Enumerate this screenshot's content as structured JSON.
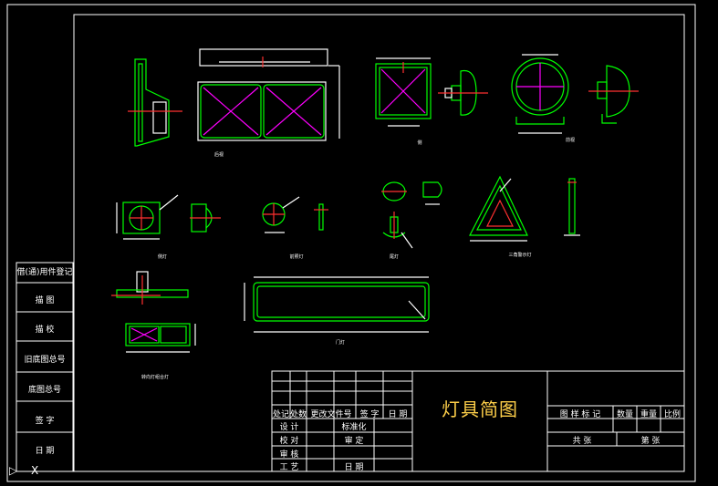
{
  "drawing": {
    "title": "灯具简图",
    "colors": {
      "background": "#000000",
      "frame": "#ffffff",
      "outline": "#00ff00",
      "hatch": "#ff00ff",
      "centerline": "#ff3030",
      "dimension": "#ffffff",
      "title": "#ffd04a"
    }
  },
  "side_panel": [
    "借(通)用件登记",
    "描 图",
    "描 校",
    "旧底图总号",
    "底图总号",
    "签 字",
    "日 期"
  ],
  "view_labels": [
    "后视",
    "侧",
    "前视",
    "侧灯",
    "前照灯",
    "尾灯",
    "三角警示灯",
    "门灯",
    "转向灯组合灯"
  ],
  "title_block": {
    "header_row": [
      "处记",
      "处数",
      "更改文件号",
      "签 字",
      "日 期"
    ],
    "rows": [
      {
        "left": "设 计",
        "mid": "标准化"
      },
      {
        "left": "校 对",
        "mid": "审 定"
      },
      {
        "left": "审 核",
        "mid": ""
      },
      {
        "left": "工 艺",
        "mid": "日 期"
      }
    ],
    "right_header": [
      "图 样 标 记",
      "数量",
      "重量",
      "比例"
    ],
    "sheet_row": [
      "共 张",
      "第 张"
    ]
  },
  "ucs_icon": {
    "x_label": "X",
    "arrow": "ucs-arrow-icon"
  }
}
